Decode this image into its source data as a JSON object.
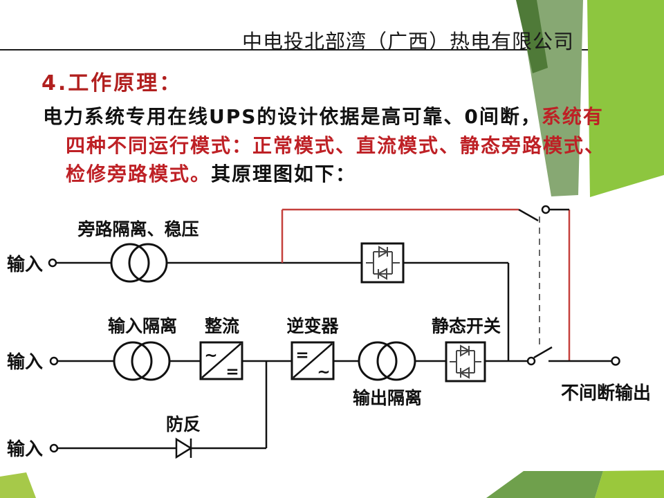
{
  "header": {
    "title": "中电投北部湾（广西）热电有限公司"
  },
  "content": {
    "heading": "4.工作原理：",
    "line1_black": "电力系统专用在线UPS的设计依据是高可靠、0间断，",
    "line1_red": "系统有",
    "line2_red": "四种不同运行模式：正常模式、直流模式、静态旁路模式、",
    "line3_red": "检修旁路模式。",
    "line3_black": "其原理图如下："
  },
  "diagram": {
    "labels": {
      "bypass_isolation": "旁路隔离、稳压",
      "input_top": "输入",
      "input_middle": "输入",
      "input_bottom": "输入",
      "input_isolation": "输入隔离",
      "rectifier": "整流",
      "inverter": "逆变器",
      "static_switch": "静态开关",
      "output_isolation": "输出隔离",
      "anti_reverse": "防反",
      "ups_output": "不间断输出"
    },
    "symbols": {
      "rectifier_in": "~",
      "rectifier_out": "=",
      "inverter_in": "=",
      "inverter_out": "~"
    }
  },
  "colors": {
    "text_red": "#B1201F",
    "body_red": "#BE2025",
    "diagram_red": "#C5403C",
    "green_dark": "#4F7A38",
    "green_sage": "#87A873",
    "green_bright": "#8DC63F",
    "green_medium": "#6FA04C",
    "green_lime": "#A6C949"
  }
}
